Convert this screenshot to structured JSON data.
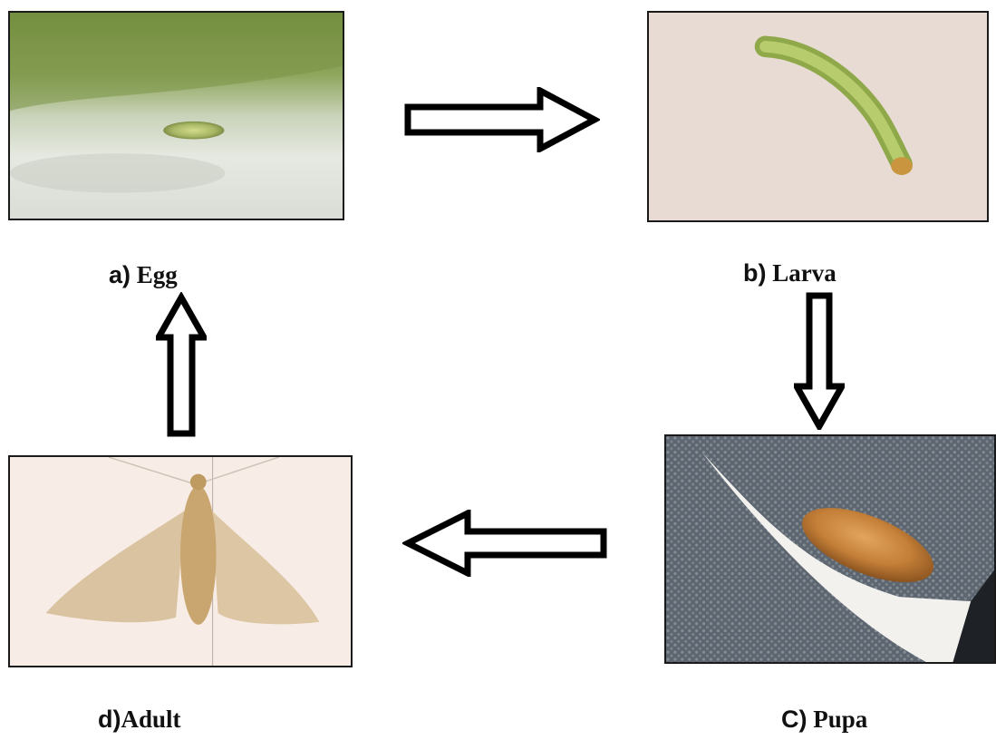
{
  "stages": {
    "egg": {
      "letter": "a)",
      "name": "Egg"
    },
    "larva": {
      "letter": "b)",
      "name": "Larva"
    },
    "pupa": {
      "letter": "C)",
      "name": "Pupa"
    },
    "adult": {
      "letter": "d)",
      "name": "Adult"
    }
  },
  "flow": [
    "egg",
    "larva",
    "pupa",
    "adult",
    "egg"
  ],
  "arrow_style": {
    "stroke": "#000000",
    "fill": "#ffffff"
  }
}
